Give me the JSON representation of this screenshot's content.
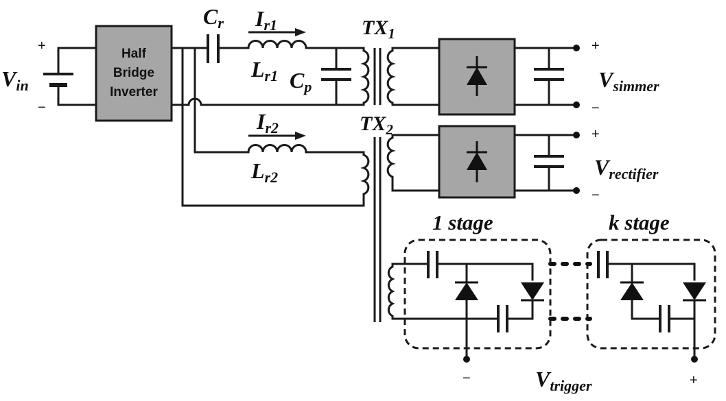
{
  "blocks": {
    "inverter": [
      "Half",
      "Bridge",
      "Inverter"
    ]
  },
  "labels": {
    "vin": "V",
    "vin_sub": "in",
    "cr": "C",
    "cr_sub": "r",
    "ir1": "I",
    "ir1_sub": "r1",
    "lr1": "L",
    "lr1_sub": "r1",
    "cp": "C",
    "cp_sub": "p",
    "tx1": "TX",
    "tx1_sub": "1",
    "tx2": "TX",
    "tx2_sub": "2",
    "ir2": "I",
    "ir2_sub": "r2",
    "lr2": "L",
    "lr2_sub": "r2",
    "vsimmer": "V",
    "vsimmer_sub": "simmer",
    "vrect": "V",
    "vrect_sub": "rectifier",
    "vtrig": "V",
    "vtrig_sub": "trigger",
    "stage1": "1 stage",
    "stagek": "k stage"
  },
  "signs": {
    "plus": "+",
    "minus": "−"
  }
}
